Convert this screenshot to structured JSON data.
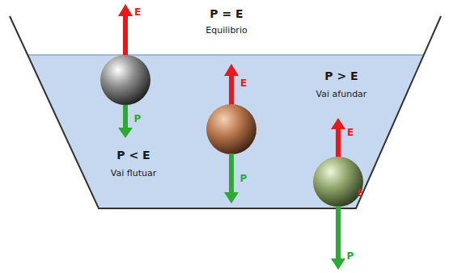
{
  "diagram": {
    "labels": [
      "E",
      "P = E",
      "Equilibrio",
      "P > E",
      "Vai afundar",
      "E",
      "P",
      "P < E",
      "Vai flutuar",
      "E",
      "P",
      "E",
      "P"
    ]
  }
}
